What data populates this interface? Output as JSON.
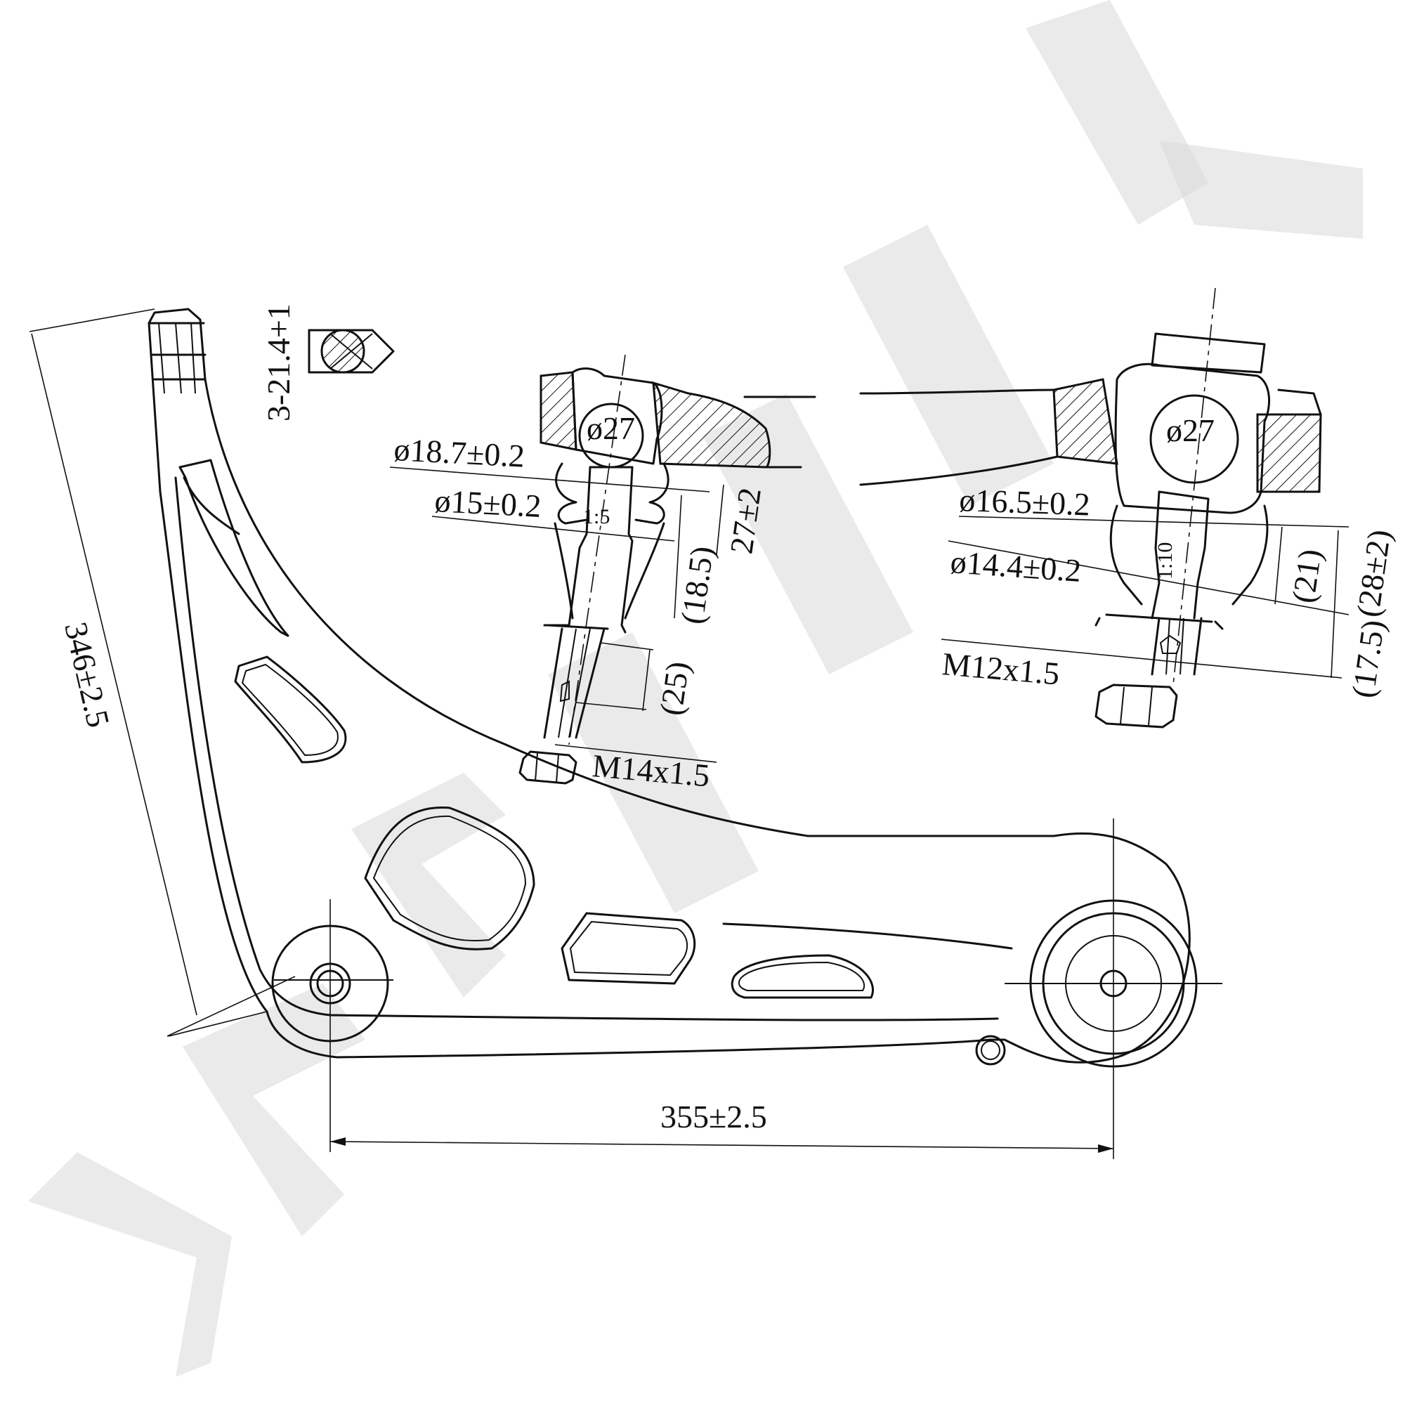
{
  "watermark": {
    "color": "#d9d9d9"
  },
  "dimensions": {
    "overall_length": "346±2.5",
    "bushing_span": "355±2.5",
    "taper_label": "3-21.4+1"
  },
  "left_ball_joint": {
    "ball_diameter": "ø27",
    "dia_upper": "ø18.7±0.2",
    "dia_lower": "ø15±0.2",
    "taper_ratio": "1:5",
    "height_total": "27±2",
    "height_taper": "(18.5)",
    "thread_length": "(25)",
    "thread": "M14x1.5"
  },
  "right_ball_joint": {
    "ball_diameter": "ø27",
    "dia_upper": "ø16.5±0.2",
    "dia_lower": "ø14.4±0.2",
    "taper_ratio": "1:10",
    "height_taper": "(21)",
    "height_total": "(28±2)",
    "thread_length": "(17.5)",
    "thread": "M12x1.5"
  }
}
